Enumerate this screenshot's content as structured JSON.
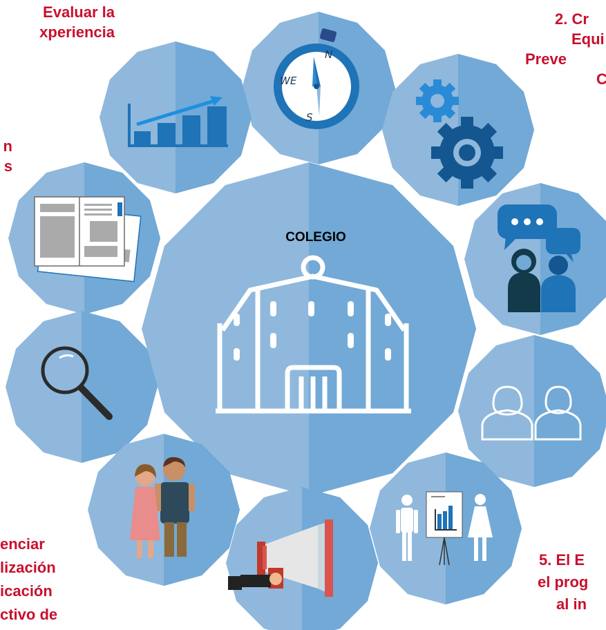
{
  "center": {
    "title": "COLEGIO"
  },
  "labels": {
    "top_left": [
      "Evaluar la",
      "xperiencia"
    ],
    "top_right": [
      "2. Cr",
      "Equi",
      "Preve",
      "C"
    ],
    "left_mid": [
      "n",
      "s"
    ],
    "bottom_left": [
      "enciar",
      "lización",
      "icación",
      "ctivo de"
    ],
    "bottom_right": [
      "5. El E",
      "el prog",
      "al in"
    ]
  },
  "compass_letters": {
    "n": "N",
    "we": "WE",
    "s": "S"
  },
  "colors": {
    "hex_light": "#8fb8dc",
    "hex_dark": "#6ea6d4",
    "icon_blue": "#1f73b7",
    "dark_blue": "#14568f",
    "label_red": "#c8102e"
  }
}
